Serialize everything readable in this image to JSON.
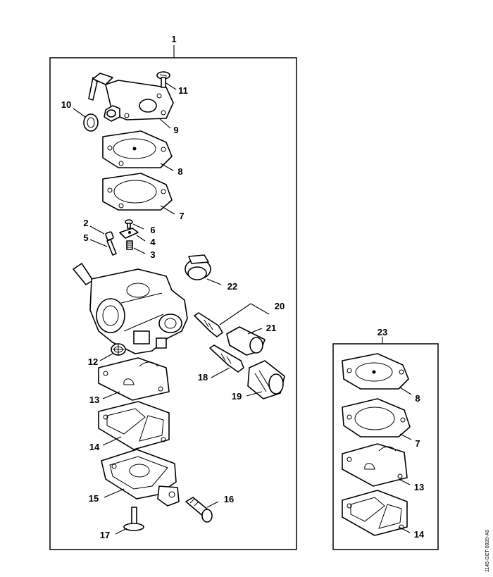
{
  "labels": {
    "l1": "1",
    "l2": "2",
    "l3": "3",
    "l4": "4",
    "l5": "5",
    "l6": "6",
    "l7": "7",
    "l8": "8",
    "l9": "9",
    "l10": "10",
    "l11": "11",
    "l12": "12",
    "l13": "13",
    "l14": "14",
    "l15": "15",
    "l16": "16",
    "l17": "17",
    "l18": "18",
    "l19": "19",
    "l20": "20",
    "l21": "21",
    "l22": "22",
    "l23": "23",
    "k8": "8",
    "k7": "7",
    "k13": "13",
    "k14": "14"
  },
  "reference_code": "1145-GET-0020-A0"
}
